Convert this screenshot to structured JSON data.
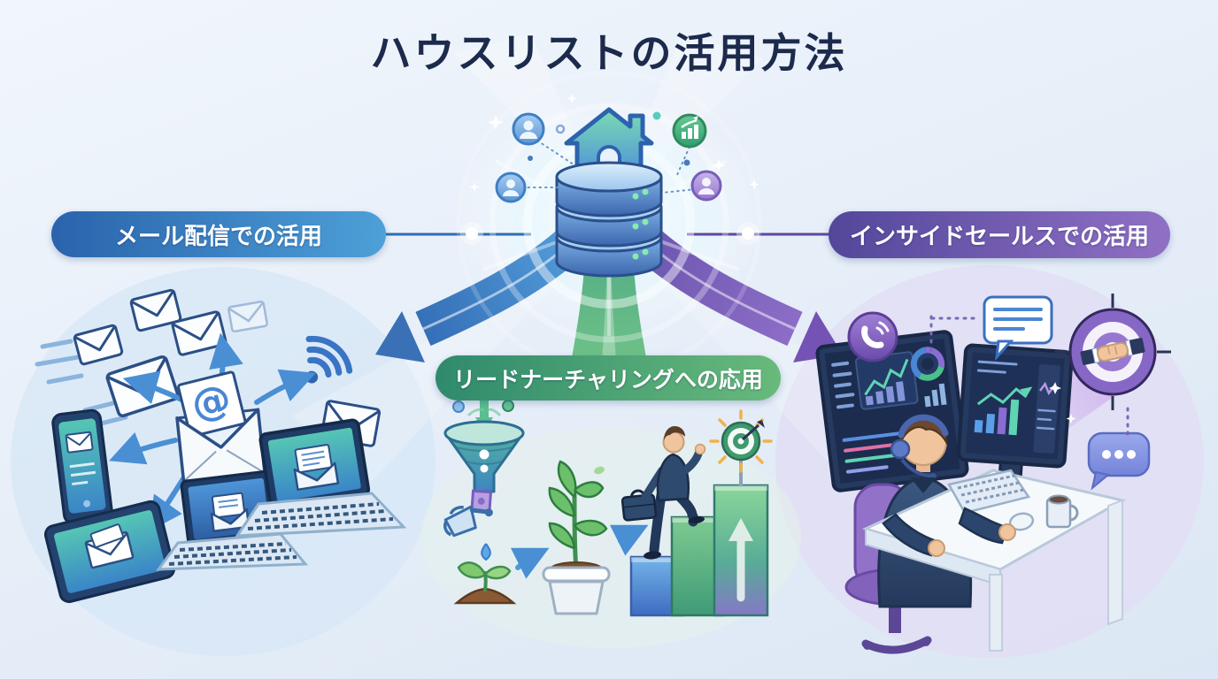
{
  "title": {
    "text": "ハウスリストの活用方法"
  },
  "hub": {
    "name": "house-list-database",
    "icons": [
      "house-icon",
      "database-icon",
      "user-circle-icon",
      "user-circle-icon",
      "growth-chart-circle-icon",
      "user-circle-icon",
      "sparkle-icon"
    ]
  },
  "branches": {
    "email": {
      "label": "メール配信での活用",
      "at_symbol": "@",
      "pill_gradient": [
        "#2a63ac",
        "#4da0d8"
      ],
      "arrow_color": "#3a70b6",
      "icons": [
        "envelope-icon",
        "open-envelope-at-icon",
        "wifi-icon",
        "smartphone-email-icon",
        "tablet-email-icon",
        "laptop-email-icon",
        "radiating-arrows-icon"
      ]
    },
    "nurturing": {
      "label": "リードナーチャリングへの応用",
      "pill_gradient": [
        "#2f8a6c",
        "#68ba7b"
      ],
      "arrow_color": "#57b088",
      "icons": [
        "funnel-icon",
        "watering-can-icon",
        "water-drop-icon",
        "seedling-icon",
        "potted-plant-icon",
        "growth-arrow-icon",
        "bar-steps-icon",
        "climbing-businessman-icon",
        "target-goal-icon",
        "up-arrow-icon"
      ]
    },
    "inside_sales": {
      "label": "インサイドセールスでの活用",
      "pill_gradient": [
        "#53479a",
        "#9070c5"
      ],
      "arrow_color": "#7553b4",
      "icons": [
        "phone-circle-icon",
        "message-bubble-icon",
        "target-handshake-icon",
        "chat-dots-icon",
        "dashboard-monitor-icon",
        "sales-agent-headset-icon",
        "desk-icon",
        "keyboard-icon",
        "mouse-icon",
        "mug-icon",
        "office-chair-icon"
      ]
    }
  },
  "colors": {
    "background_top": "#f1f6fc",
    "background_bottom": "#dbe7f4",
    "title_text": "#1c2a4c",
    "pill_text": "#ffffff"
  }
}
